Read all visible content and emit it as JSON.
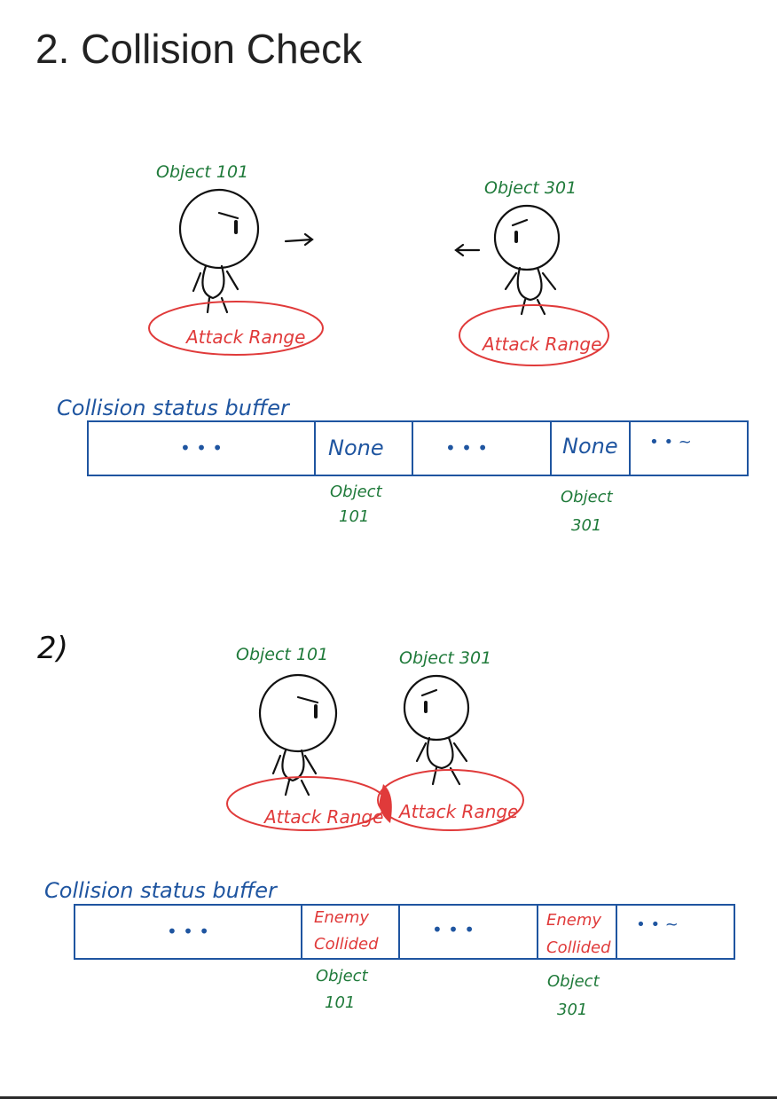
{
  "title": "2. Collision Check",
  "colors": {
    "label": "#1f7a3a",
    "range": "#e03a3a",
    "buffer": "#1f55a0",
    "ink": "#111111",
    "title": "#222222"
  },
  "scene1": {
    "object_a": "Object 101",
    "object_b": "Object 301",
    "range_a": "Attack Range",
    "range_b": "Attack Range",
    "buffer_title": "Collision status buffer",
    "cells": [
      "• • •",
      "None",
      "• • •",
      "None",
      "• • ~"
    ],
    "slot_a_label": [
      "Object",
      "101"
    ],
    "slot_b_label": [
      "Object",
      "301"
    ]
  },
  "scene2": {
    "step": "2)",
    "object_a": "Object 101",
    "object_b": "Object 301",
    "range_a": "Attack Range",
    "range_b": "Attack Range",
    "buffer_title": "Collision status buffer",
    "cells": [
      "• • •",
      [
        "Enemy",
        "Collided"
      ],
      "• • •",
      [
        "Enemy",
        "Collided"
      ],
      "• • ~"
    ],
    "slot_a_label": [
      "Object",
      "101"
    ],
    "slot_b_label": [
      "Object",
      "301"
    ]
  }
}
